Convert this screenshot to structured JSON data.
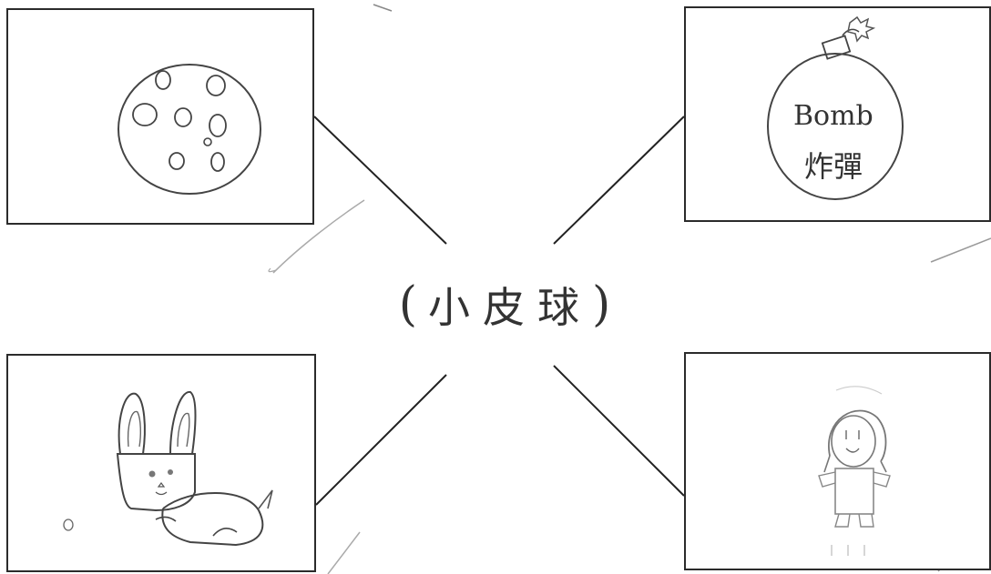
{
  "center": {
    "open_paren": "(",
    "label": "小皮球",
    "close_paren": ")"
  },
  "pictures": {
    "top_left": {
      "subject": "cookie"
    },
    "top_right": {
      "subject": "bomb",
      "text_line_1": "Bomb",
      "text_line_2": "炸彈"
    },
    "bottom_left": {
      "subject": "rabbit"
    },
    "bottom_right": {
      "subject": "girl"
    }
  },
  "colors": {
    "ink": "#2b2b2b",
    "pencil": "#555555",
    "faint": "#999999"
  }
}
